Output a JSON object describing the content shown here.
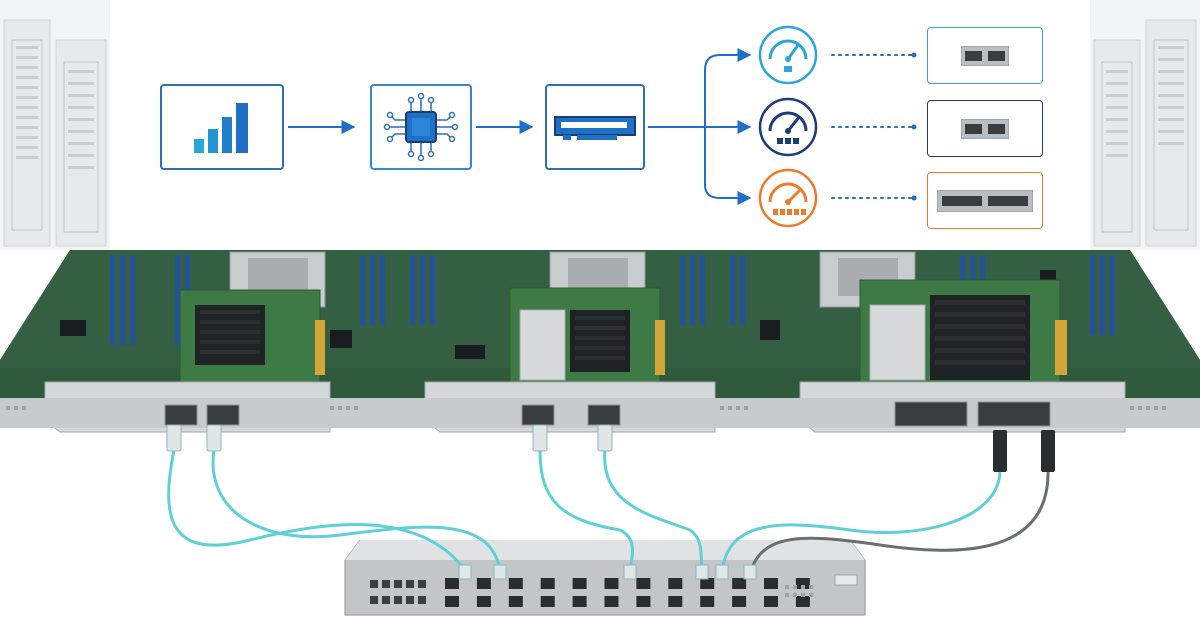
{
  "colors": {
    "primary_blue": "#1f6fc4",
    "light_blue": "#2aa6d8",
    "navy": "#1d3c73",
    "orange": "#ef7a2a",
    "fiber_cyan": "#5fd0d6",
    "fiber_gray": "#6b6f6f",
    "pcb_green": "#2f5a3c",
    "chassis_silver": "#c8cbce"
  },
  "flow": {
    "nodes": [
      {
        "id": "traffic",
        "icon": "bar-chart-icon"
      },
      {
        "id": "processor",
        "icon": "chip-icon"
      },
      {
        "id": "expansion-slot",
        "icon": "pcie-slot-icon"
      }
    ],
    "speed_tiers": [
      {
        "id": "tier-1",
        "icon": "speedometer-icon",
        "color": "#2aa6d8",
        "port": "dual-sfp-port-icon"
      },
      {
        "id": "tier-2",
        "icon": "speedometer-icon",
        "color": "#1d3c73",
        "port": "dual-sfp-port-icon"
      },
      {
        "id": "tier-3",
        "icon": "speedometer-icon",
        "color": "#ef7a2a",
        "port": "dual-qsfp-port-icon"
      }
    ]
  },
  "hardware": {
    "server_racks": [
      "left-server-rack",
      "right-server-rack"
    ],
    "nic_cards": [
      {
        "id": "nic-1",
        "port_type": "sfp",
        "ports": 2
      },
      {
        "id": "nic-2",
        "port_type": "sfp",
        "ports": 2
      },
      {
        "id": "nic-3",
        "port_type": "qsfp",
        "ports": 2
      }
    ],
    "switch": {
      "id": "network-switch",
      "ports": 24
    }
  }
}
